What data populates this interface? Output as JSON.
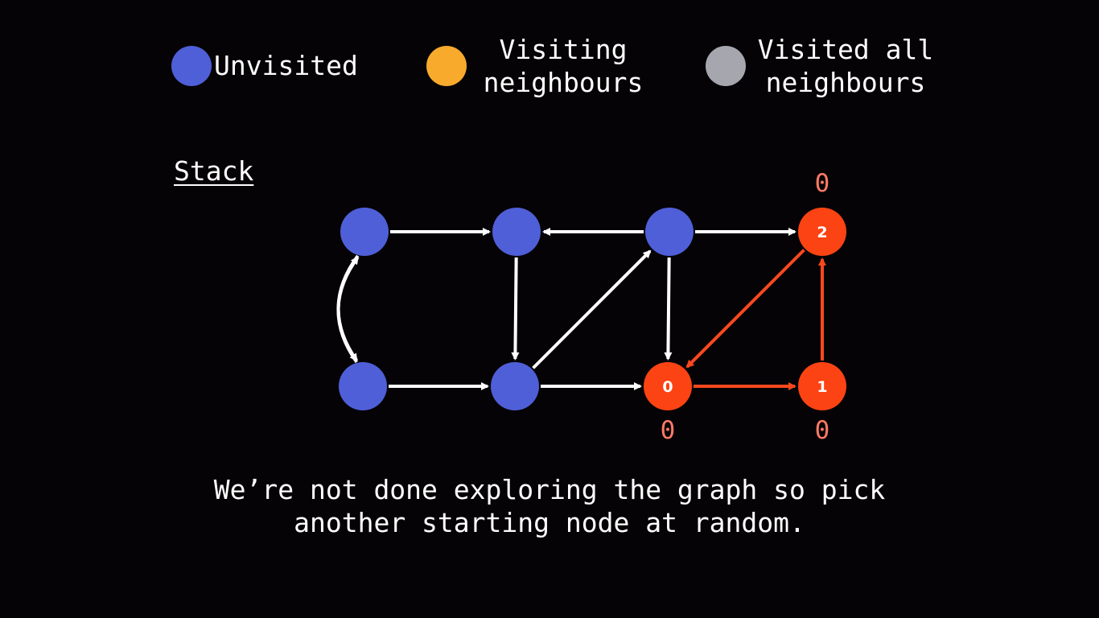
{
  "colors": {
    "background": "#050305",
    "unvisited": "#4f5fd8",
    "visiting": "#f8aa2c",
    "visited": "#a6a6ae",
    "active": "#fc4314",
    "edge_default": "#ffffff",
    "edge_active": "#f9481e",
    "order_label": "#ff7a66"
  },
  "legend": [
    {
      "state": "unvisited",
      "color": "#4f5fd8",
      "lines": [
        "Unvisited"
      ]
    },
    {
      "state": "visiting",
      "color": "#f8aa2c",
      "lines": [
        "Visiting",
        "neighbours"
      ]
    },
    {
      "state": "visited",
      "color": "#a6a6ae",
      "lines": [
        "Visited all",
        "neighbours"
      ]
    }
  ],
  "stack_label": "Stack",
  "caption": {
    "line1": "We’re not done exploring the graph so pick",
    "line2": "another starting node at random."
  },
  "graph": {
    "nodes": [
      {
        "id": "n1",
        "state": "unvisited",
        "label": "",
        "order": ""
      },
      {
        "id": "n2",
        "state": "unvisited",
        "label": "",
        "order": ""
      },
      {
        "id": "n3",
        "state": "unvisited",
        "label": "",
        "order": ""
      },
      {
        "id": "n4",
        "state": "active",
        "label": "2",
        "order": "0"
      },
      {
        "id": "n5",
        "state": "unvisited",
        "label": "",
        "order": ""
      },
      {
        "id": "n6",
        "state": "unvisited",
        "label": "",
        "order": ""
      },
      {
        "id": "n7",
        "state": "active",
        "label": "0",
        "order": "0"
      },
      {
        "id": "n8",
        "state": "active",
        "label": "1",
        "order": "0"
      }
    ],
    "edges": [
      {
        "from": "n1",
        "to": "n2",
        "state": "default"
      },
      {
        "from": "n3",
        "to": "n2",
        "state": "default"
      },
      {
        "from": "n3",
        "to": "n4",
        "state": "default"
      },
      {
        "from": "n1",
        "to": "n5",
        "state": "default",
        "curve": "left"
      },
      {
        "from": "n5",
        "to": "n1",
        "state": "default",
        "curve": "right"
      },
      {
        "from": "n2",
        "to": "n6",
        "state": "default"
      },
      {
        "from": "n6",
        "to": "n3",
        "state": "default"
      },
      {
        "from": "n3",
        "to": "n7",
        "state": "default"
      },
      {
        "from": "n5",
        "to": "n6",
        "state": "default"
      },
      {
        "from": "n6",
        "to": "n7",
        "state": "default"
      },
      {
        "from": "n7",
        "to": "n8",
        "state": "active"
      },
      {
        "from": "n8",
        "to": "n4",
        "state": "active"
      },
      {
        "from": "n4",
        "to": "n7",
        "state": "active"
      }
    ]
  }
}
